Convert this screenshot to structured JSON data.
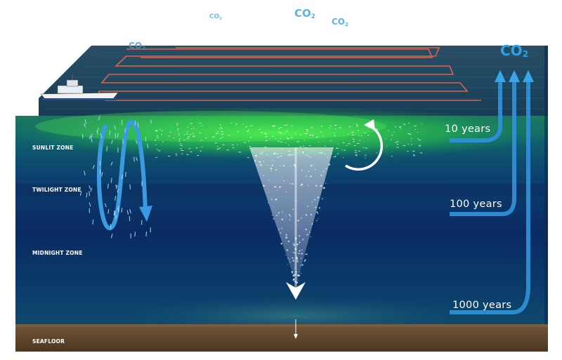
{
  "zones": {
    "sunlit": "SUNLIT ZONE",
    "twilight": "TWILIGHT ZONE",
    "midnight": "MIDNIGHT ZONE",
    "seafloor": "SEAFLOOR"
  },
  "timescales": {
    "t10": "10 years",
    "t100": "100 years",
    "t1000": "1000 years"
  },
  "co2": {
    "base": "CO",
    "sub": "2"
  },
  "colors": {
    "co2_accent": "#2aa4e6",
    "arrow_blue": "#3a9be0",
    "bloom_green": "#3fd34a",
    "fishing_lines": "#d9654a"
  }
}
